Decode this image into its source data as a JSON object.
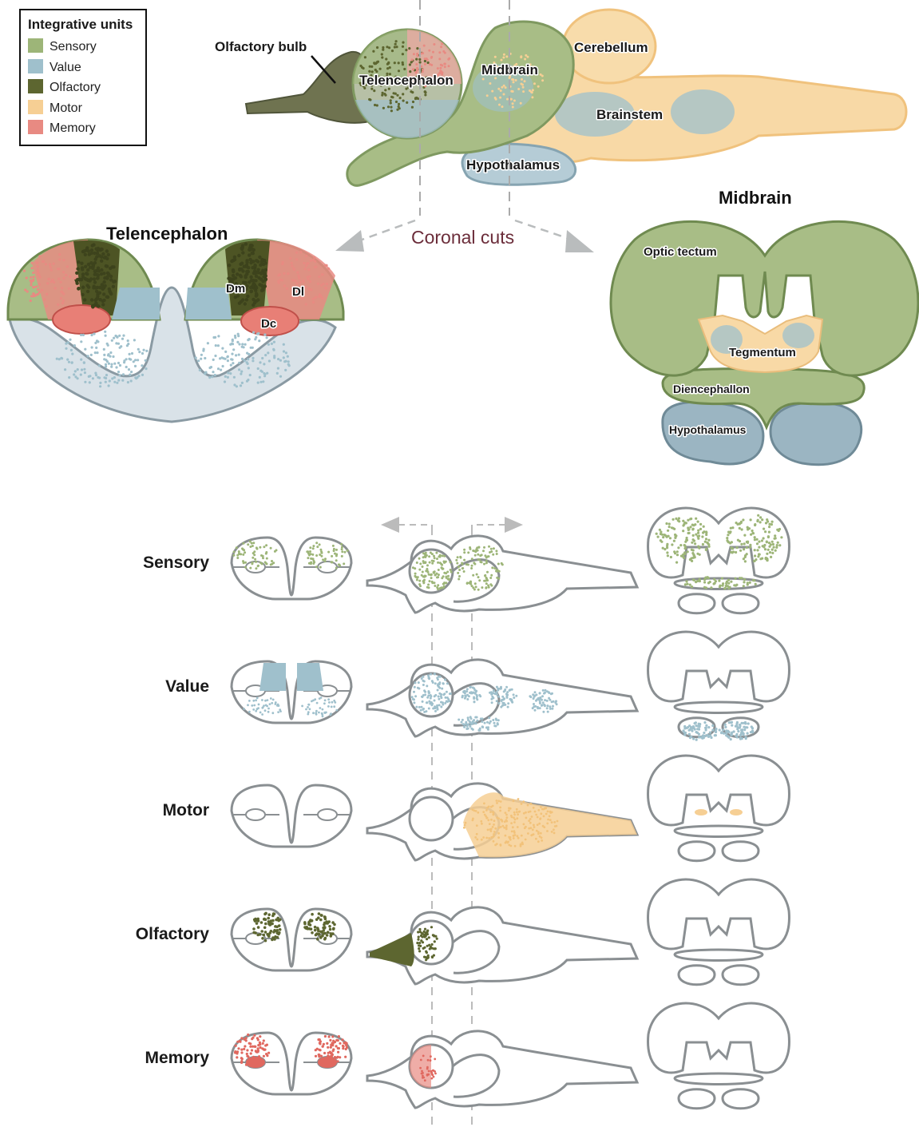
{
  "legend": {
    "title": "Integrative units",
    "items": [
      {
        "key": "sensory",
        "label": "Sensory"
      },
      {
        "key": "value",
        "label": "Value"
      },
      {
        "key": "olfactory",
        "label": "Olfactory"
      },
      {
        "key": "motor",
        "label": "Motor"
      },
      {
        "key": "memory",
        "label": "Memory"
      }
    ]
  },
  "colors": {
    "sensory": "#9db578",
    "value": "#9fc0cc",
    "olfactory": "#5d6630",
    "motor": "#f6cf94",
    "memory": "#e88a82",
    "outline": "#8a8f92",
    "telen_base": "#d9e2e8",
    "midbrain_green": "#a8bd86",
    "hypo_blue": "#9bb5c2",
    "arrow": "#b9bcbd",
    "cuts_text": "#6b2d3a"
  },
  "brain_labels": {
    "olfactory_bulb": "Olfactory bulb",
    "telencephalon": "Telencephalon",
    "midbrain": "Midbrain",
    "cerebellum": "Cerebellum",
    "brainstem": "Brainstem",
    "hypothalamus": "Hypothalamus"
  },
  "cuts_label": "Coronal cuts",
  "telencephalon_section": {
    "title": "Telencephalon",
    "labels": {
      "dm": "Dm",
      "dl": "Dl",
      "dc": "Dc"
    }
  },
  "midbrain_section": {
    "title": "Midbrain",
    "labels": {
      "optic_tectum": "Optic tectum",
      "tegmentum": "Tegmentum",
      "diencephallon": "Diencephallon",
      "hypothalamus": "Hypothalamus"
    }
  },
  "rows": [
    {
      "key": "sensory",
      "label": "Sensory"
    },
    {
      "key": "value",
      "label": "Value"
    },
    {
      "key": "motor",
      "label": "Motor"
    },
    {
      "key": "olfactory",
      "label": "Olfactory"
    },
    {
      "key": "memory",
      "label": "Memory"
    }
  ]
}
